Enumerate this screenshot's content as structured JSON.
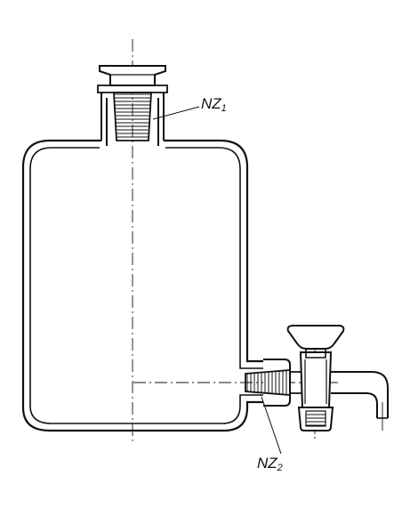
{
  "labels": {
    "nz1": {
      "main": "NZ",
      "sub": "1"
    },
    "nz2": {
      "main": "NZ",
      "sub": "2"
    }
  },
  "colors": {
    "ink": "#111111",
    "background": "#ffffff"
  }
}
